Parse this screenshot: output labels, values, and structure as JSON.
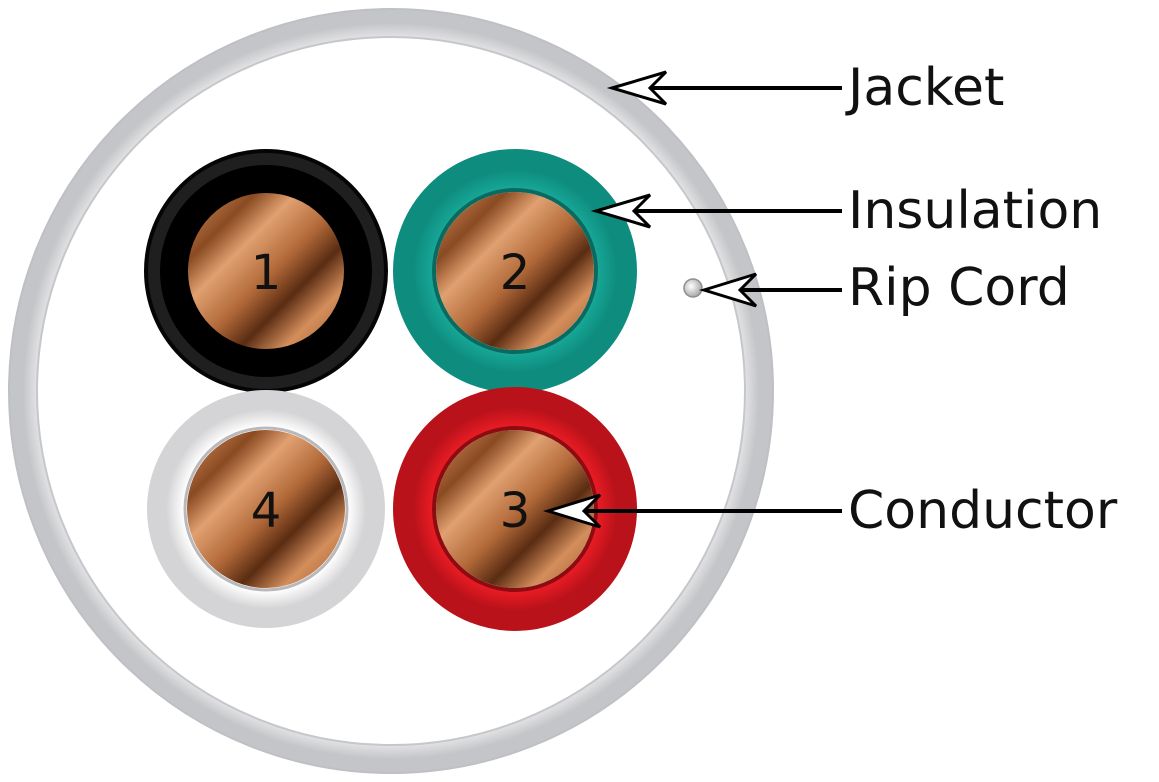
{
  "diagram": {
    "labels": {
      "jacket": "Jacket",
      "insulation": "Insulation",
      "rip_cord": "Rip Cord",
      "conductor": "Conductor"
    },
    "conductors": [
      {
        "number": "1",
        "insulation_color": "#111111"
      },
      {
        "number": "2",
        "insulation_color": "#12a595"
      },
      {
        "number": "3",
        "insulation_color": "#e3161f"
      },
      {
        "number": "4",
        "insulation_color": "#f2f2f2"
      }
    ],
    "colors": {
      "jacket": "#dcdddf",
      "copper_light": "#d9905e",
      "copper_dark": "#5a2c12",
      "arrow": "#000000"
    }
  }
}
